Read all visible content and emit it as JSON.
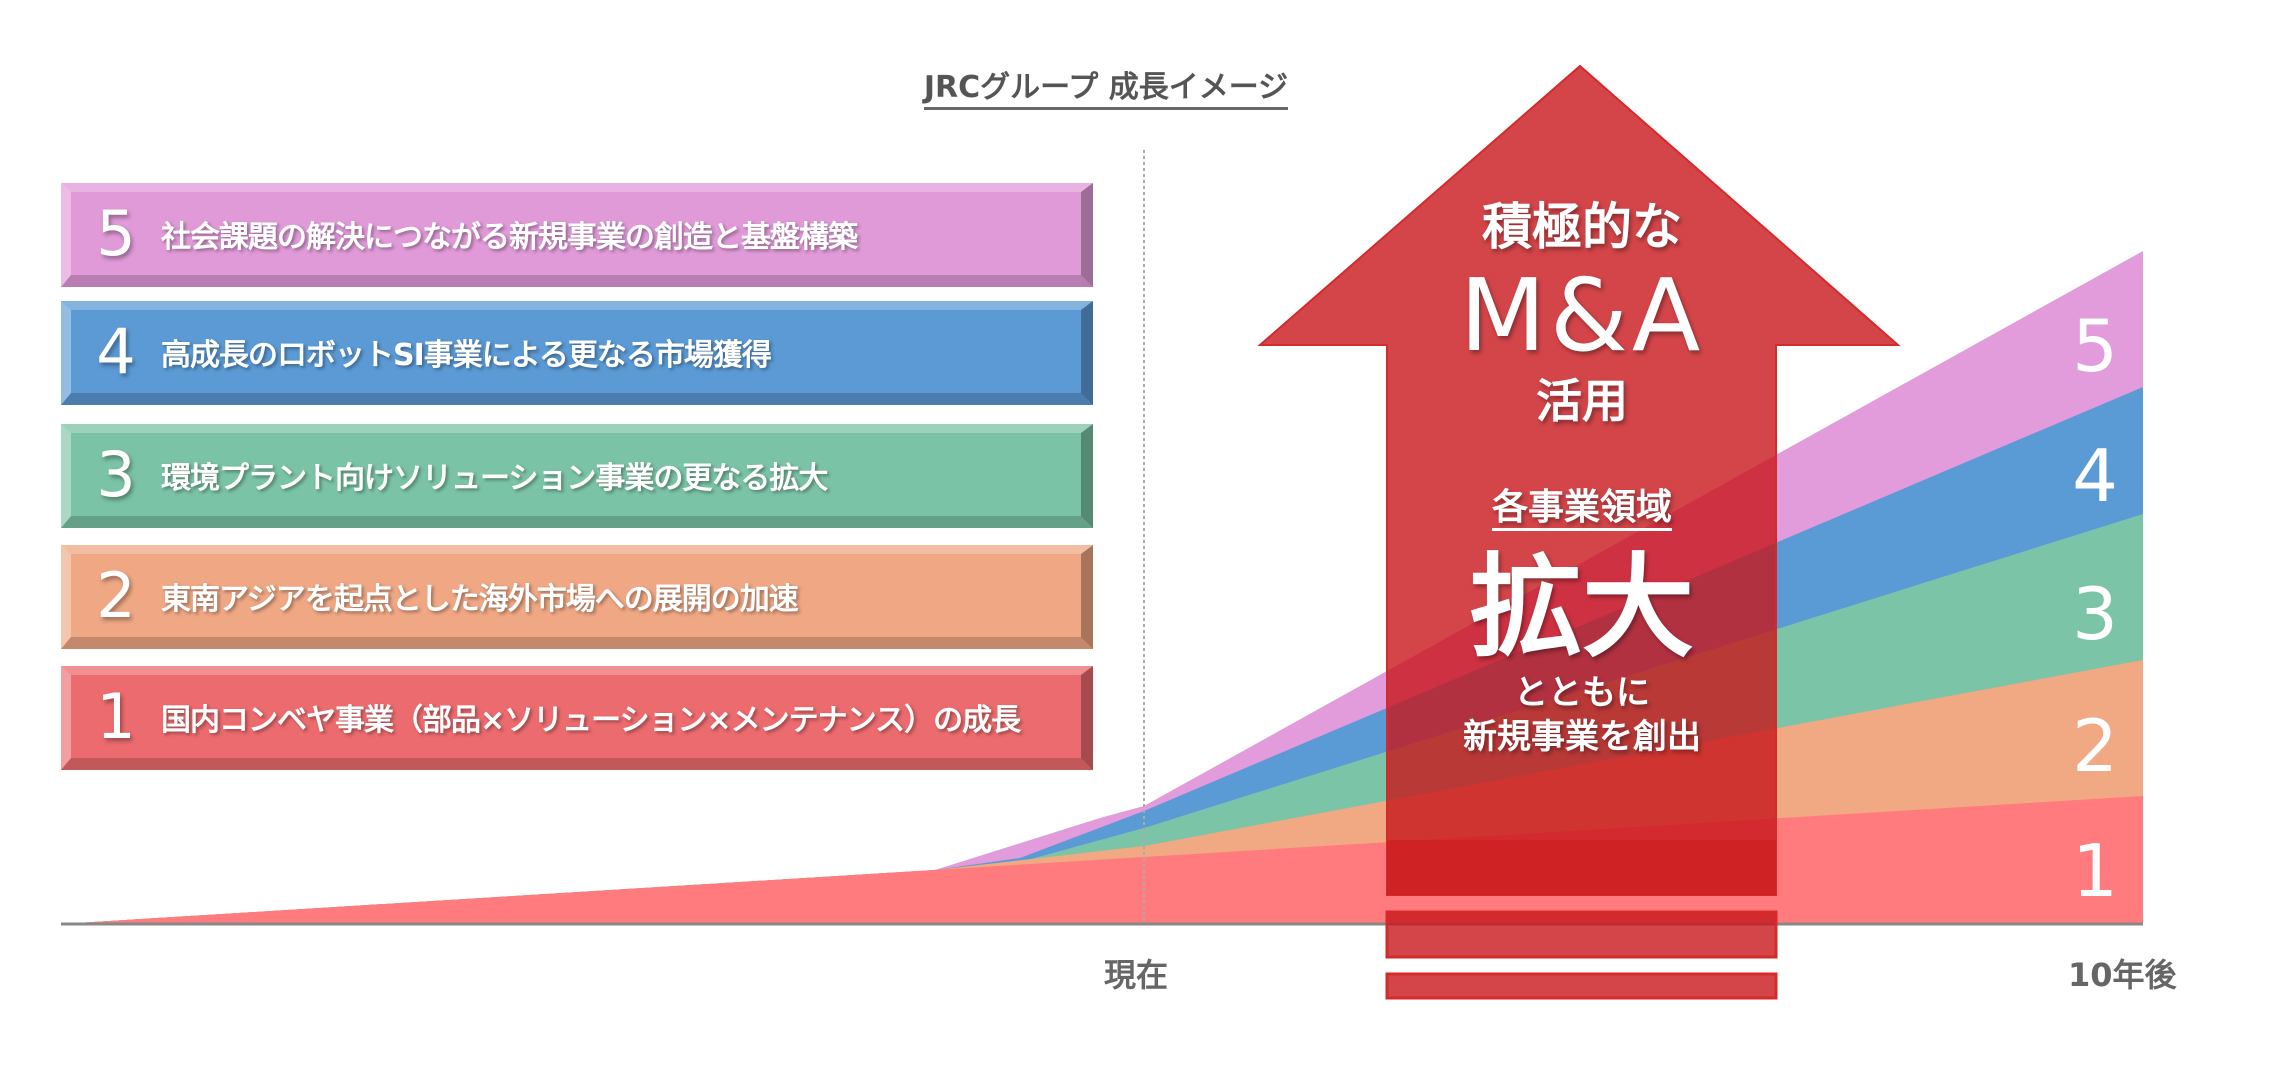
{
  "title": "JRCグループ 成長イメージ",
  "initiatives": [
    {
      "num": "5",
      "text": "社会課題の解決につながる新規事業の創造と基盤構築",
      "color": "#e09ad8"
    },
    {
      "num": "4",
      "text": "高成長のロボットSI事業による更なる市場獲得",
      "color": "#5b9ad5"
    },
    {
      "num": "3",
      "text": "環境プラント向けソリューション事業の更なる拡大",
      "color": "#7bc3a6"
    },
    {
      "num": "2",
      "text": "東南アジアを起点とした海外市場への展開の加速",
      "color": "#efa784"
    },
    {
      "num": "1",
      "text": "国内コンベヤ事業（部品×ソリューション×メンテナンス）の成長",
      "color": "#ec6b6e"
    }
  ],
  "axis": {
    "now": "現在",
    "end": "10年後"
  },
  "layer_labels": [
    "5",
    "4",
    "3",
    "2",
    "1"
  ],
  "arrow": {
    "line1": "積極的な",
    "line2": "M&A",
    "line3": "活用",
    "line4": "各事業領域",
    "line5": "拡大",
    "line6": "とともに",
    "line7": "新規事業を創出",
    "color": "#c8161b"
  }
}
